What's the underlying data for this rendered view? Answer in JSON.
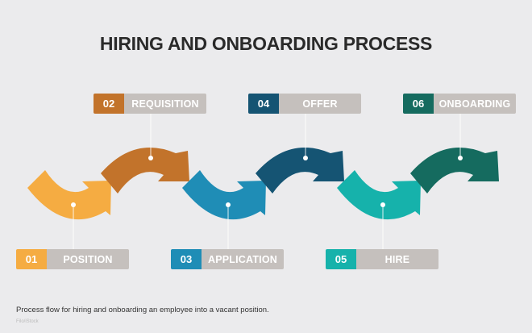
{
  "title": "HIRING AND ONBOARDING PROCESS",
  "steps": [
    {
      "num": "01",
      "label": "POSITION",
      "color": "#f5ac42"
    },
    {
      "num": "02",
      "label": "REQUISITION",
      "color": "#c2732b"
    },
    {
      "num": "03",
      "label": "APPLICATION",
      "color": "#1f8db6"
    },
    {
      "num": "04",
      "label": "OFFER",
      "color": "#155473"
    },
    {
      "num": "05",
      "label": "HIRE",
      "color": "#16b2ab"
    },
    {
      "num": "06",
      "label": "ONBOARDING",
      "color": "#156b5f"
    }
  ],
  "caption": "Process flow for hiring and onboarding an employee into a vacant position.",
  "credit": "Filo/iStock"
}
